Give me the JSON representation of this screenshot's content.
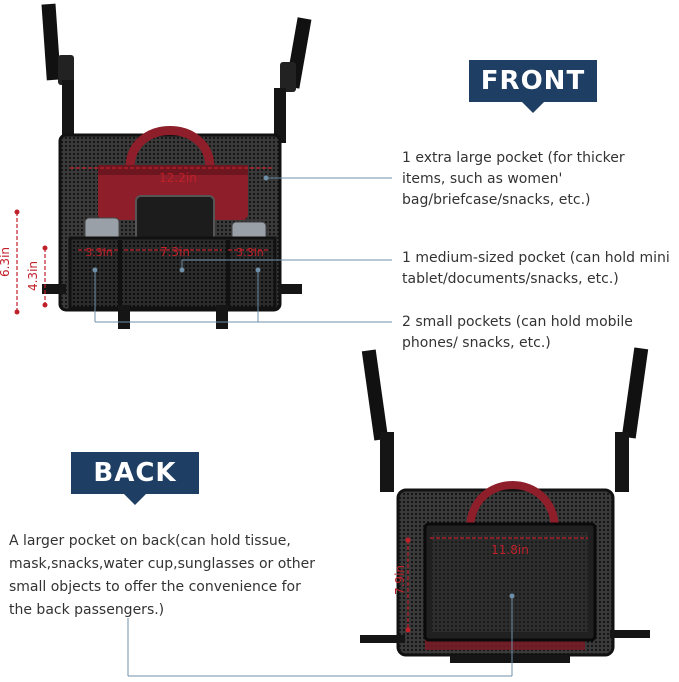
{
  "front": {
    "banner": "FRONT",
    "callouts": [
      "1 extra large pocket (for thicker items, such as women' bag/briefcase/snacks, etc.)",
      "1 medium-sized pocket (can hold mini tablet/documents/snacks, etc.)",
      "2 small pockets (can hold mobile phones/ snacks, etc.)"
    ],
    "dims": {
      "width_top": "12.2in",
      "width_mid": "7.3in",
      "width_small_left": "3.3in",
      "width_small_right": "3.3in",
      "height_total": "6.3in",
      "height_small": "4.3in"
    }
  },
  "back": {
    "banner": "BACK",
    "description": "A larger pocket on back(can hold tissue, mask,snacks,water cup,sunglasses or other small objects to offer the convenience for the back passengers.)",
    "dims": {
      "width": "11.8in",
      "height": "7.9in"
    }
  },
  "colors": {
    "banner_bg": "#1e3f63",
    "dimension": "#c0202a",
    "leader": "#6f8fa8",
    "mesh": "#1a1a1a",
    "bag": "#8e1f2a"
  }
}
